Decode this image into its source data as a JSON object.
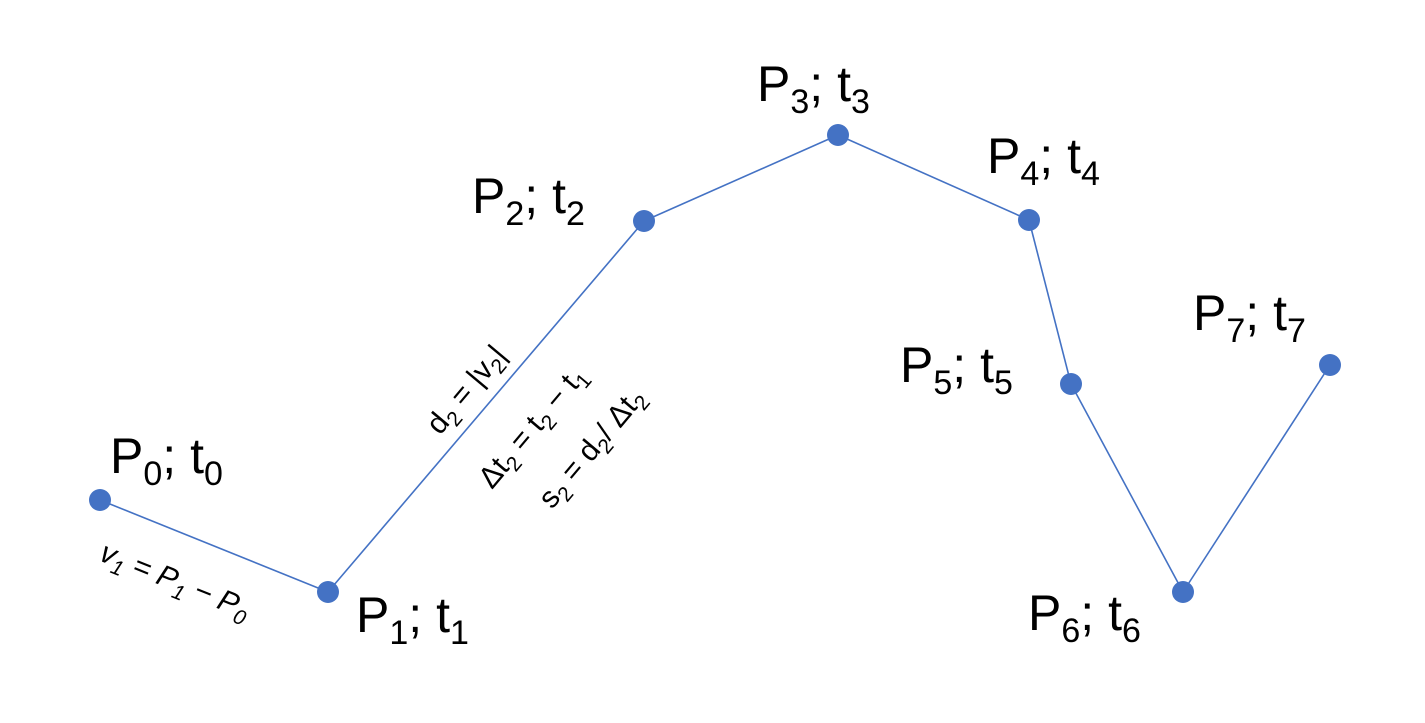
{
  "diagram": {
    "colors": {
      "line": "#4472c4",
      "point": "#4472c4",
      "text": "#000000"
    },
    "points": [
      {
        "base": "P",
        "sub": "0",
        "sep": "; ",
        "tbase": "t",
        "tsub": "0"
      },
      {
        "base": "P",
        "sub": "1",
        "sep": "; ",
        "tbase": "t",
        "tsub": "1"
      },
      {
        "base": "P",
        "sub": "2",
        "sep": "; ",
        "tbase": "t",
        "tsub": "2"
      },
      {
        "base": "P",
        "sub": "3",
        "sep": "; ",
        "tbase": "t",
        "tsub": "3"
      },
      {
        "base": "P",
        "sub": "4",
        "sep": "; ",
        "tbase": "t",
        "tsub": "4"
      },
      {
        "base": "P",
        "sub": "5",
        "sep": "; ",
        "tbase": "t",
        "tsub": "5"
      },
      {
        "base": "P",
        "sub": "6",
        "sep": "; ",
        "tbase": "t",
        "tsub": "6"
      },
      {
        "base": "P",
        "sub": "7",
        "sep": "; ",
        "tbase": "t",
        "tsub": "7"
      }
    ],
    "annotations": {
      "v1": {
        "a": "v",
        "a_sub": "1",
        "eq": " = P",
        "b_sub": "1",
        "minus": " − P",
        "c_sub": "0"
      },
      "d2": {
        "a": "d",
        "a_sub": "2",
        "eq": " = |v",
        "b_sub": "2",
        "end": "|"
      },
      "dt2": {
        "a": "Δt",
        "a_sub": "2",
        "eq": " = t",
        "b_sub": "2",
        "minus": " − t",
        "c_sub": "1"
      },
      "s2": {
        "a": "s",
        "a_sub": "2",
        "eq": " = d",
        "b_sub": "2",
        "div": "/ Δt",
        "c_sub": "2"
      }
    }
  }
}
